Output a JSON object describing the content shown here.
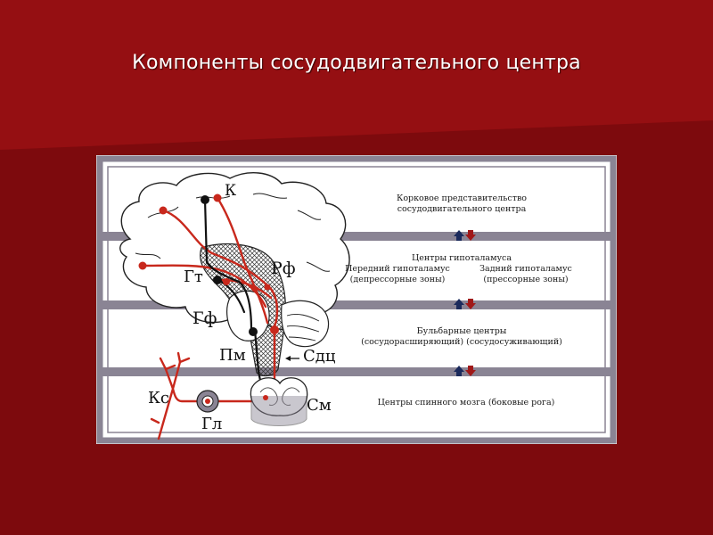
{
  "slide": {
    "title": "Компоненты сосудодвигательного центра"
  },
  "diagram": {
    "labels": {
      "k": "К",
      "rf": "Рф",
      "gt": "Гт",
      "gf": "Гф",
      "pm": "Пм",
      "sdc": "Сдц",
      "ks": "Кс",
      "sm": "См",
      "gl": "Гл"
    },
    "levels": [
      {
        "line1": "Корковое представительство",
        "line2": "сосудодвигательного центра"
      },
      {
        "line1": "Центры гипоталамуса",
        "left1": "Передний гипоталамус",
        "left2": "(депрессорные зоны)",
        "right1": "Задний гипоталамус",
        "right2": "(прессорные зоны)"
      },
      {
        "line1": "Бульбарные центры",
        "line2": "(сосудорасширяющий)  (сосудосуживающий)"
      },
      {
        "line1": "Центры спинного мозга (боковые рога)"
      }
    ],
    "colors": {
      "background": "#7d0a0d",
      "band": "#8a8494",
      "nerve_red": "#c8281c",
      "nerve_dark": "#111111"
    }
  }
}
